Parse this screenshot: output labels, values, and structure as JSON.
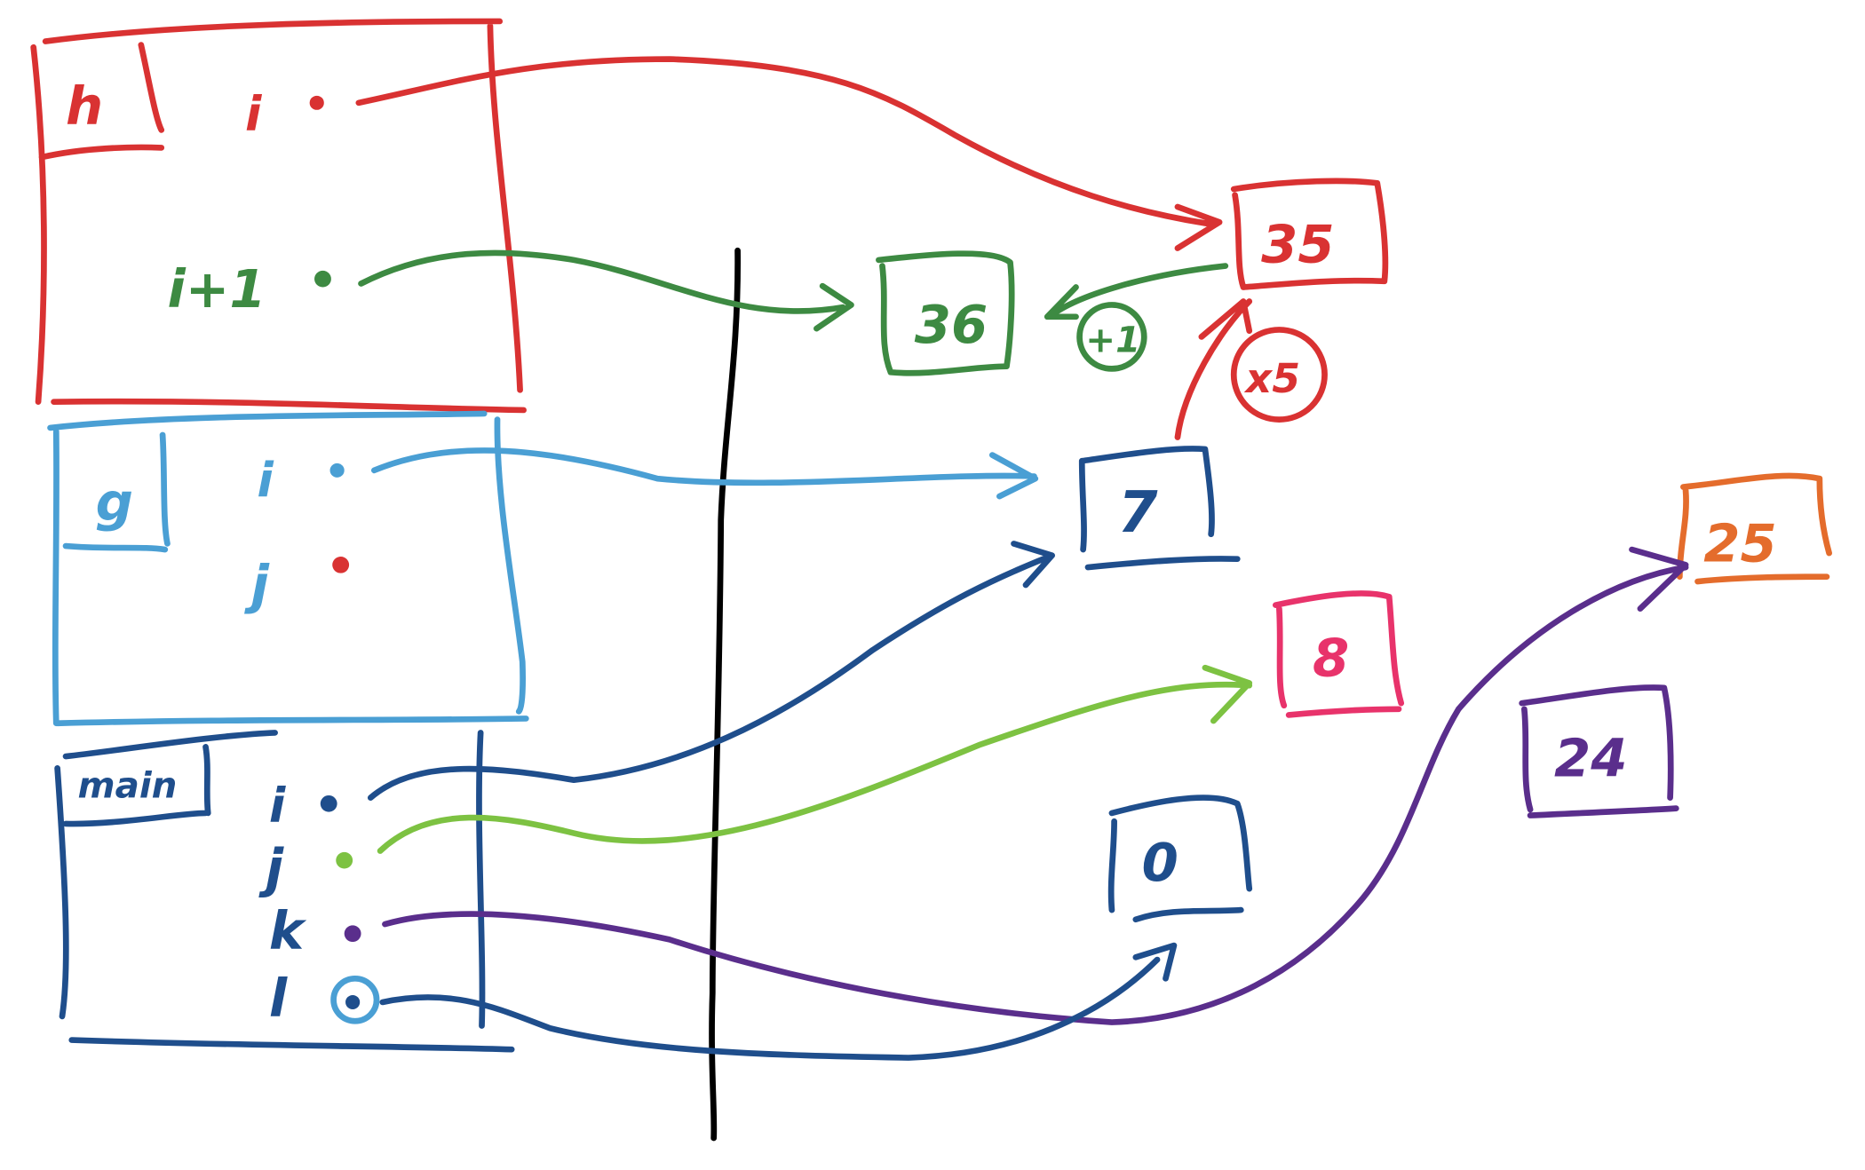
{
  "colors": {
    "red": "#d93232",
    "green": "#3d8a42",
    "light_blue": "#4a9fd4",
    "dark_blue": "#1f4e8c",
    "lime": "#7dc242",
    "purple": "#5a2e8c",
    "pink": "#e8336b",
    "orange": "#e46c2c",
    "black": "#000000"
  },
  "frames": {
    "h": {
      "label": "h",
      "vars": [
        "i",
        "i+1"
      ]
    },
    "g": {
      "label": "g",
      "vars": [
        "i",
        "j"
      ]
    },
    "main": {
      "label": "main",
      "vars": [
        "i",
        "j",
        "k",
        "l"
      ]
    }
  },
  "heap": {
    "box_35": "35",
    "box_36": "36",
    "box_7": "7",
    "box_8": "8",
    "box_25": "25",
    "box_24": "24",
    "box_0": "0"
  },
  "annotations": {
    "plus_one": "+1",
    "times_five": "x5"
  }
}
